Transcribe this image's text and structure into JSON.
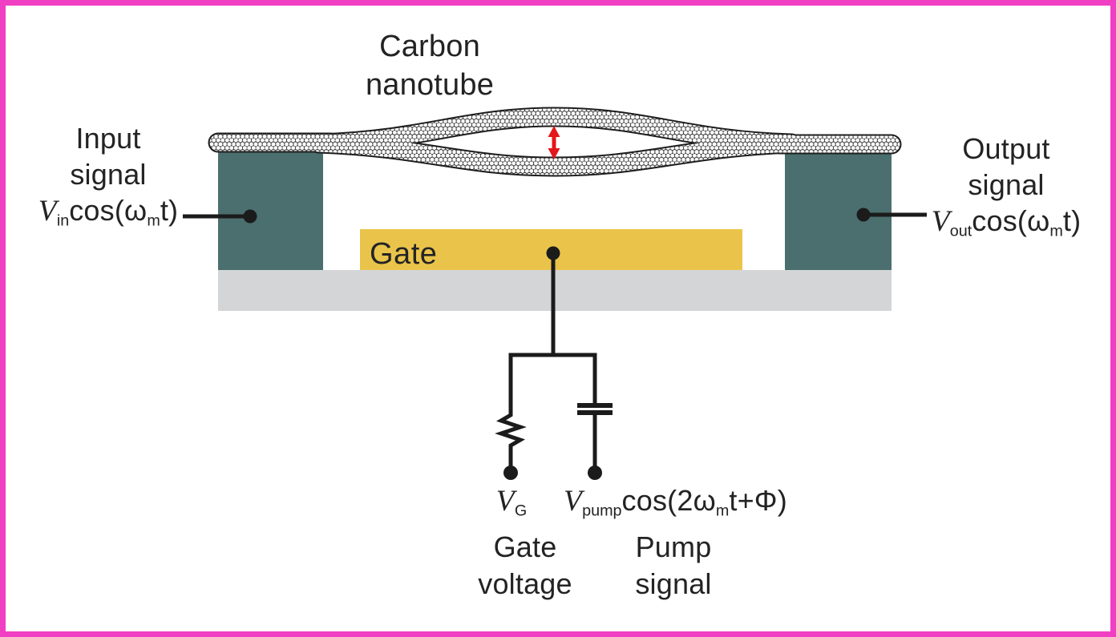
{
  "figure": {
    "title": {
      "line1": "Carbon",
      "line2": "nanotube"
    },
    "gate_label": "Gate",
    "input": {
      "line1": "Input",
      "line2": "signal",
      "formula": {
        "v": "V",
        "vsub": "in",
        "mid": "cos(ω",
        "midsub": "m",
        "end": "t)"
      }
    },
    "output": {
      "line1": "Output",
      "line2": "signal",
      "formula": {
        "v": "V",
        "vsub": "out",
        "mid": "cos(ω",
        "midsub": "m",
        "end": "t)"
      }
    },
    "gate_voltage": {
      "symbol": {
        "v": "V",
        "vsub": "G"
      },
      "caption1": "Gate",
      "caption2": "voltage"
    },
    "pump": {
      "formula": {
        "v": "V",
        "vsub": "pump",
        "mid": "cos(2ω",
        "midsub": "m",
        "end": "t+Φ)"
      },
      "caption1": "Pump",
      "caption2": "signal"
    }
  },
  "colors": {
    "border": "#f13fc4",
    "electrode": "#4a6f6e",
    "gate": "#eac44a",
    "substrate": "#d3d5d6",
    "wire": "#1b1b1b",
    "arrow": "#e4161b",
    "text": "#232323"
  }
}
